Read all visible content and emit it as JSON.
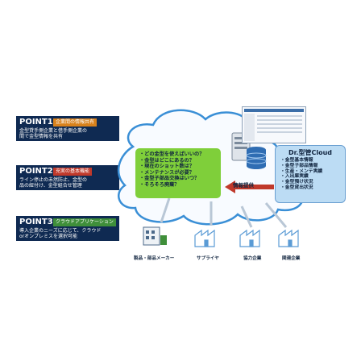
{
  "points": [
    {
      "num": "POINT1",
      "title": "企業間の情報共有",
      "desc": [
        "金型貸手側企業と借手側企業の",
        "間で金型情報を共有"
      ]
    },
    {
      "num": "POINT2",
      "title": "充実の基本機能",
      "desc": [
        "ライン停止の未然防止、金型の",
        "品の紐付け、金型組合せ管理"
      ]
    },
    {
      "num": "POINT3",
      "title": "クラウドアプリケーション",
      "desc": [
        "導入企業のニーズに応じて、クラウド",
        "orオンプレミスを選択可能"
      ]
    }
  ],
  "questions": [
    "・どの金型を使えばいいの？",
    "・金型はどこにあるの？",
    "・現在のショット数は？",
    "・メンテナンスが必要？",
    "・金型子部品交換はいつ？",
    "・そろそろ廃棄？"
  ],
  "product": {
    "name": "Dr.型管Cloud",
    "items": [
      "・金型基本情報",
      "・金型子部品情報",
      "・生産・メンテ実績",
      "・入出庫実績",
      "・金型預け状況",
      "・金型貸出状況"
    ]
  },
  "flow_label": "情報提供",
  "companies": [
    "製品・部品メーカー",
    "サプライヤ",
    "協力企業",
    "関連企業"
  ],
  "colors": {
    "navy": "#0f2a52",
    "green": "#7fcf3a",
    "blue_box": "#bcdcf4",
    "cloud_outline": "#3a8fd6"
  }
}
